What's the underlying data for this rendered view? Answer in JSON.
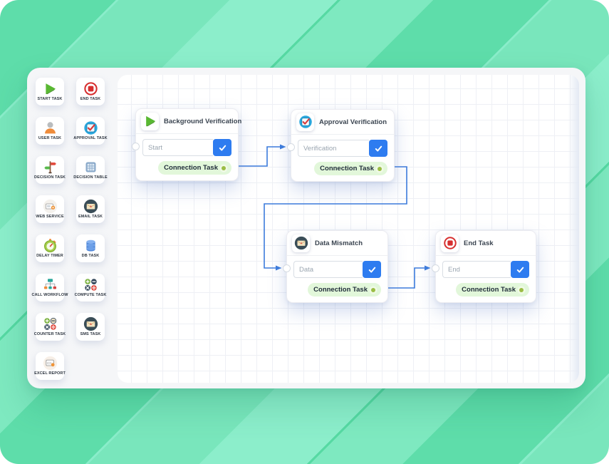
{
  "sidebar": {
    "items": [
      {
        "label": "START TASK",
        "icon": "start"
      },
      {
        "label": "END TASK",
        "icon": "end"
      },
      {
        "label": "USER TASK",
        "icon": "user"
      },
      {
        "label": "APPROVAL TASK",
        "icon": "approval"
      },
      {
        "label": "DECISION TASK",
        "icon": "decision"
      },
      {
        "label": "DECISION TABLE",
        "icon": "table"
      },
      {
        "label": "WEB SERVICE",
        "icon": "web"
      },
      {
        "label": "EMAIL TASK",
        "icon": "email"
      },
      {
        "label": "DELAY TIMER",
        "icon": "timer"
      },
      {
        "label": "DB TASK",
        "icon": "db"
      },
      {
        "label": "CALL WORKFLOW",
        "icon": "workflow"
      },
      {
        "label": "COMPUTE TASK",
        "icon": "compute"
      },
      {
        "label": "COUNTER TASK",
        "icon": "counter"
      },
      {
        "label": "SMS TASK",
        "icon": "sms"
      },
      {
        "label": "EXCEL REPORT",
        "icon": "excel"
      }
    ]
  },
  "canvas": {
    "nodes": [
      {
        "id": "background-verification",
        "title": "Background Verification",
        "icon": "start",
        "input_value": "Start",
        "action": "Connection Task"
      },
      {
        "id": "approval-verification",
        "title": "Approval Verification",
        "icon": "approval",
        "input_value": "Verification",
        "action": "Connection Task"
      },
      {
        "id": "data-mismatch",
        "title": "Data Mismatch",
        "icon": "email",
        "input_value": "Data",
        "action": "Connection Task"
      },
      {
        "id": "end-task",
        "title": "End Task",
        "icon": "end",
        "input_value": "End",
        "action": "Connection Task"
      }
    ],
    "connections": [
      {
        "from": "background-verification",
        "to": "approval-verification"
      },
      {
        "from": "approval-verification",
        "to": "data-mismatch"
      },
      {
        "from": "data-mismatch",
        "to": "end-task"
      }
    ]
  },
  "colors": {
    "accent_blue": "#2e7cf0",
    "wire_blue": "#3c7bdc",
    "pill_green_bg": "#e2f7da",
    "mint_background": "#7de9c1",
    "mint_stripe_dark": "#5eddaa"
  }
}
